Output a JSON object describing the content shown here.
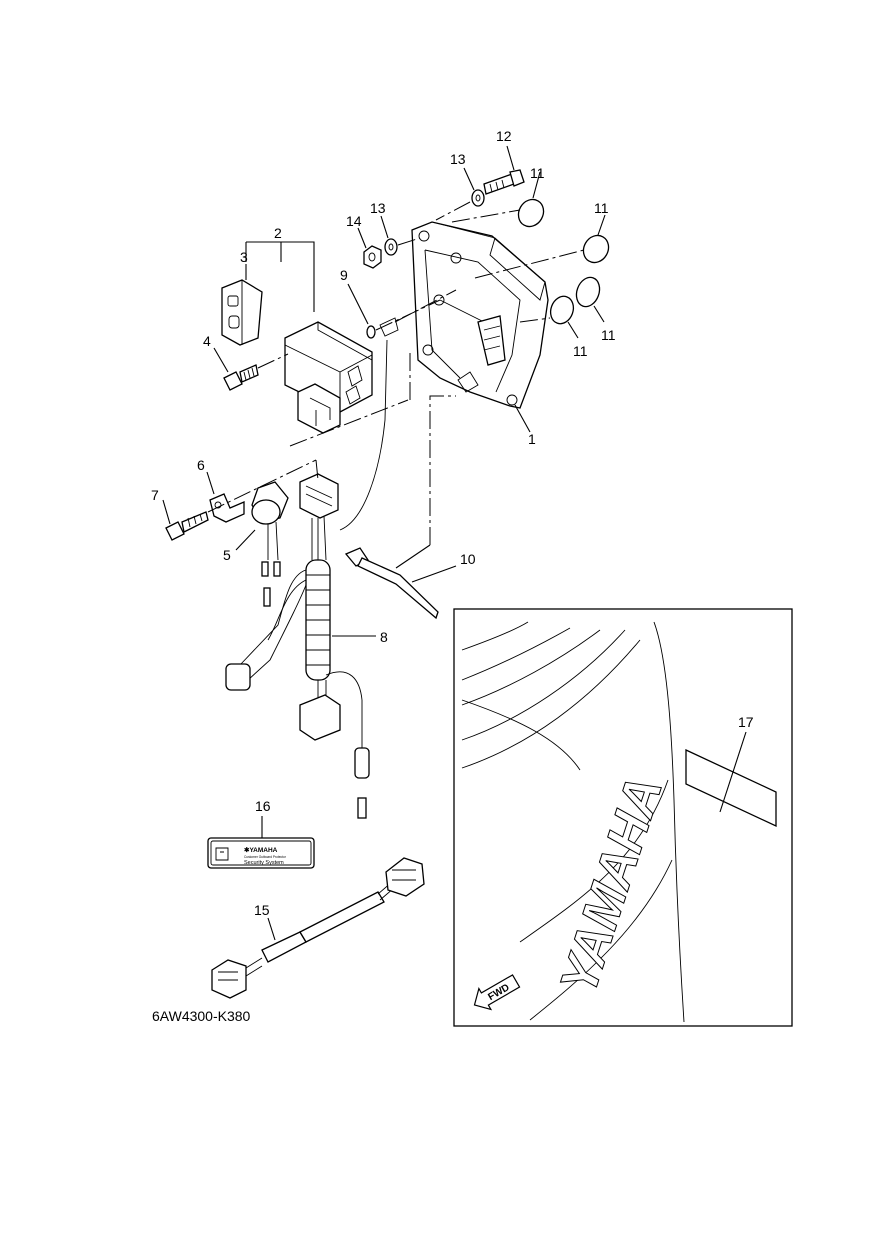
{
  "diagram": {
    "callouts": {
      "p1": "1",
      "p2": "2",
      "p3": "3",
      "p4": "4",
      "p5": "5",
      "p6": "6",
      "p7": "7",
      "p8": "8",
      "p9": "9",
      "p10": "10",
      "p11a": "11",
      "p11b": "11",
      "p11c": "11",
      "p11d": "11",
      "p12": "12",
      "p13a": "13",
      "p13b": "13",
      "p14": "14",
      "p15": "15",
      "p16": "16",
      "p17": "17"
    },
    "figure_code": "6AW4300-K380",
    "label_16": {
      "brand": "✱YAMAHA",
      "small": "Customer Outboard Protector",
      "system": "Security System"
    },
    "cowling": {
      "brand": "YAMAHA",
      "arrow": "FWD"
    }
  }
}
